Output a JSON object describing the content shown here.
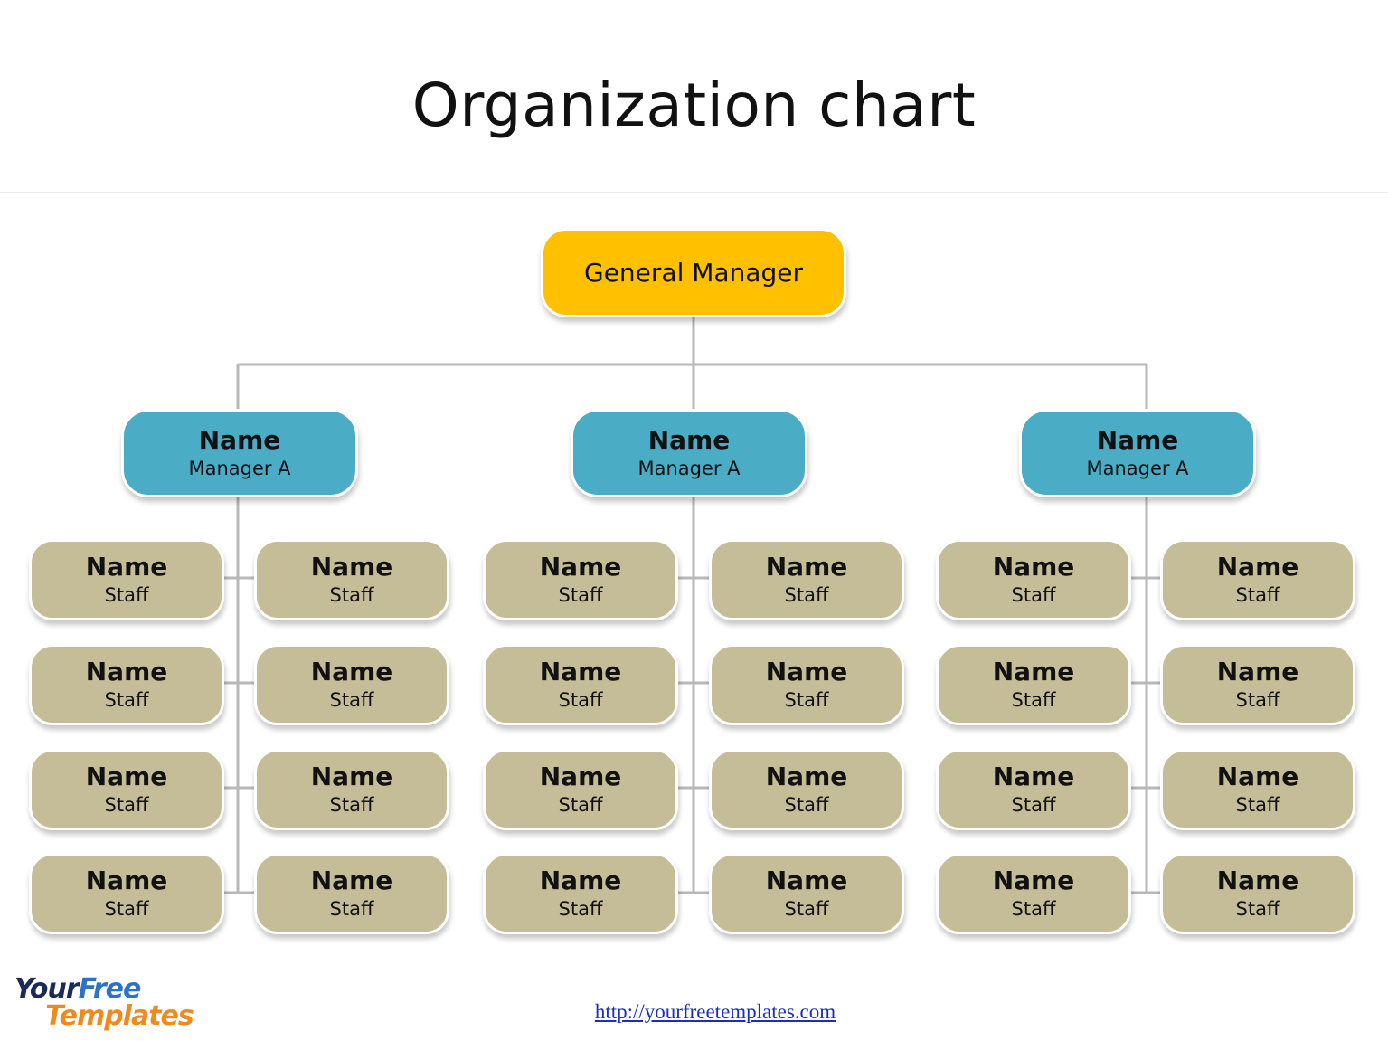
{
  "title": "Organization chart",
  "general_manager": {
    "label": "General Manager",
    "color": "#ffc000"
  },
  "managers": [
    {
      "name": "Name",
      "role": "Manager A"
    },
    {
      "name": "Name",
      "role": "Manager A"
    },
    {
      "name": "Name",
      "role": "Manager A"
    }
  ],
  "staff_groups": [
    [
      {
        "name": "Name",
        "role": "Staff"
      },
      {
        "name": "Name",
        "role": "Staff"
      },
      {
        "name": "Name",
        "role": "Staff"
      },
      {
        "name": "Name",
        "role": "Staff"
      },
      {
        "name": "Name",
        "role": "Staff"
      },
      {
        "name": "Name",
        "role": "Staff"
      },
      {
        "name": "Name",
        "role": "Staff"
      },
      {
        "name": "Name",
        "role": "Staff"
      }
    ],
    [
      {
        "name": "Name",
        "role": "Staff"
      },
      {
        "name": "Name",
        "role": "Staff"
      },
      {
        "name": "Name",
        "role": "Staff"
      },
      {
        "name": "Name",
        "role": "Staff"
      },
      {
        "name": "Name",
        "role": "Staff"
      },
      {
        "name": "Name",
        "role": "Staff"
      },
      {
        "name": "Name",
        "role": "Staff"
      },
      {
        "name": "Name",
        "role": "Staff"
      }
    ],
    [
      {
        "name": "Name",
        "role": "Staff"
      },
      {
        "name": "Name",
        "role": "Staff"
      },
      {
        "name": "Name",
        "role": "Staff"
      },
      {
        "name": "Name",
        "role": "Staff"
      },
      {
        "name": "Name",
        "role": "Staff"
      },
      {
        "name": "Name",
        "role": "Staff"
      },
      {
        "name": "Name",
        "role": "Staff"
      },
      {
        "name": "Name",
        "role": "Staff"
      }
    ]
  ],
  "colors": {
    "general_manager": "#ffc000",
    "manager": "#4bacc6",
    "staff": "#c4bd97",
    "connector": "#b8b8b8",
    "link": "#1b2fbf"
  },
  "logo": {
    "line1_a": "Your",
    "line1_b": "Free",
    "line2": "Templates"
  },
  "footer": {
    "url": "http://yourfreetemplates.com"
  }
}
